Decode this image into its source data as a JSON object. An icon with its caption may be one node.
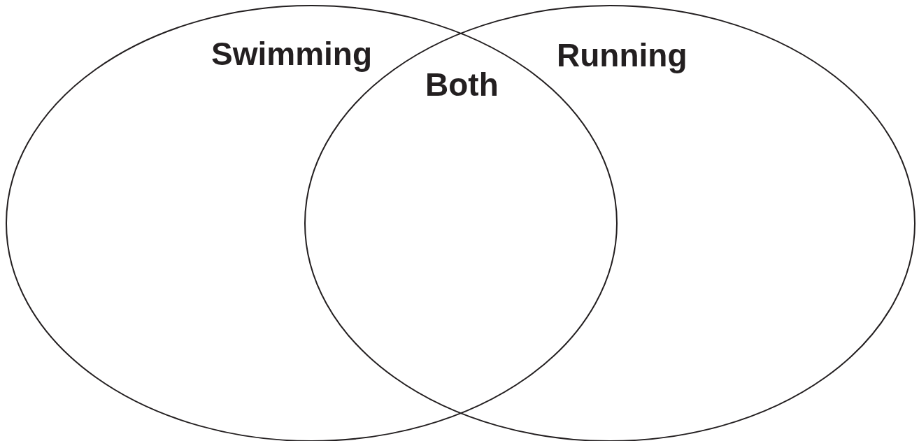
{
  "diagram": {
    "nodes": [
      {
        "text": [
          "Swimming"
        ]
      },
      {
        "text": [
          "Running"
        ]
      }
    ],
    "labels": [
      "Both"
    ]
  }
}
